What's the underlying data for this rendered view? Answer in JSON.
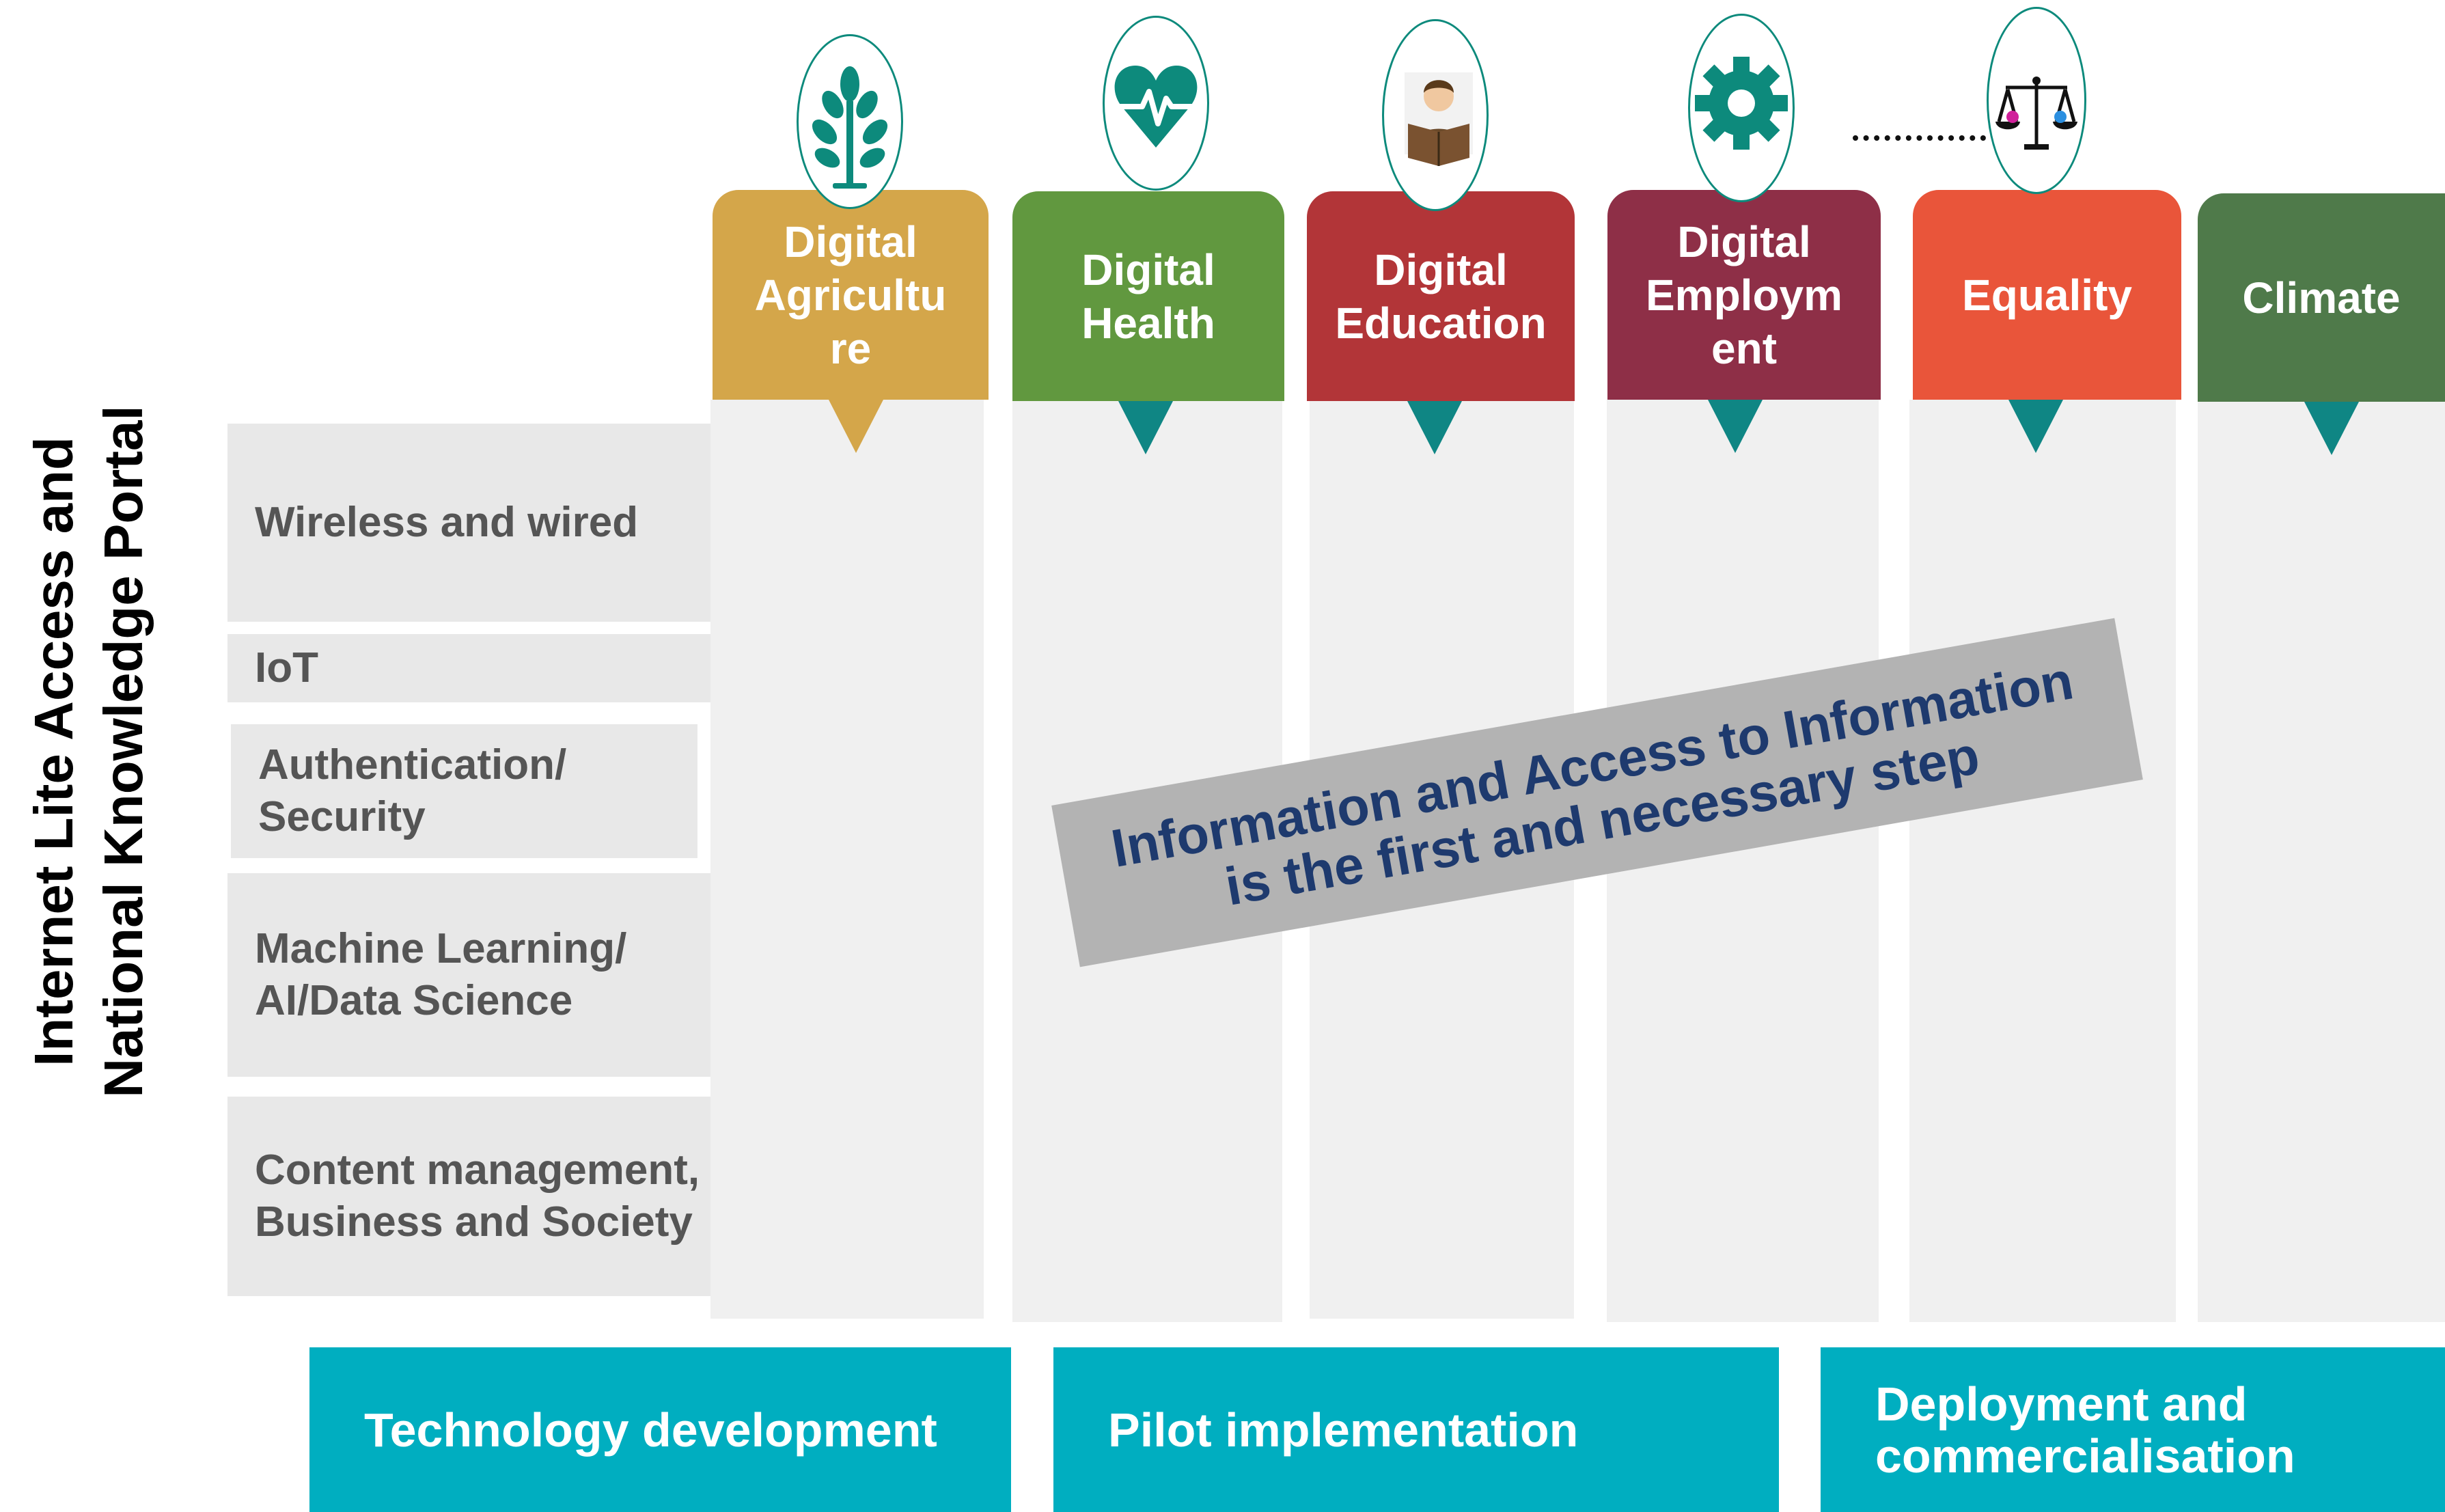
{
  "side_title": {
    "line1": "Internet Lite Access and",
    "line2": "National Knowledge Portal"
  },
  "rows": [
    {
      "label": "Wireless and wired"
    },
    {
      "label": "IoT"
    },
    {
      "label": "Authentication/\nSecurity"
    },
    {
      "label": "Machine Learning/\nAI/Data Science"
    },
    {
      "label": "Content management,\nBusiness and Society"
    }
  ],
  "columns": [
    {
      "line1": "Digital",
      "line2": "Agricultu",
      "line3": "re",
      "color": "#d4a64a",
      "pointer_color": "#d4a64a",
      "icon": "plant-icon"
    },
    {
      "line1": "Digital",
      "line2": "Health",
      "line3": "",
      "color": "#61983f",
      "pointer_color": "#0f8684",
      "icon": "heart-pulse-icon"
    },
    {
      "line1": "Digital",
      "line2": "Education",
      "line3": "",
      "color": "#b23538",
      "pointer_color": "#0f8684",
      "icon": "reader-icon"
    },
    {
      "line1": "Digital",
      "line2": "Employm",
      "line3": "ent",
      "color": "#8e2f47",
      "pointer_color": "#0f8684",
      "icon": "gear-icon"
    },
    {
      "line1": "Equality",
      "line2": "",
      "line3": "",
      "color": "#e9553a",
      "pointer_color": "#0f8684",
      "icon": "scales-icon"
    },
    {
      "line1": "Climate",
      "line2": "",
      "line3": "",
      "color": "#4f7a4a",
      "pointer_color": "#0f8684",
      "icon": ""
    }
  ],
  "banner": {
    "line1": "Information and Access to Information",
    "line2": "is the first and necessary step"
  },
  "phases": [
    {
      "label": "Technology development"
    },
    {
      "label": "Pilot implementation"
    },
    {
      "label": "Deployment and\ncommercialisation"
    }
  ],
  "colors": {
    "accent_teal": "#00aec0",
    "icon_teal": "#0d8a7c",
    "banner_text": "#1e3a6e"
  }
}
